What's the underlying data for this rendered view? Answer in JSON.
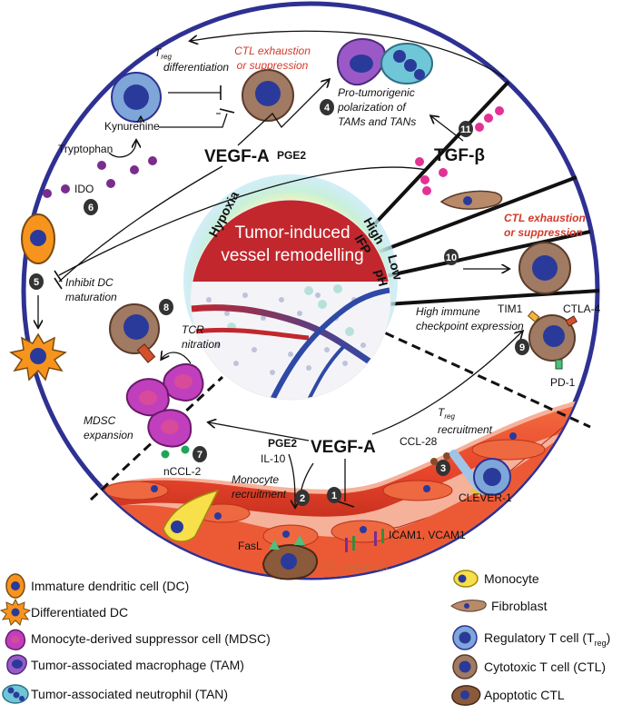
{
  "center": {
    "title_line1": "Tumor-induced",
    "title_line2": "vessel remodelling",
    "hypoxia": "Hypoxia",
    "high": "High",
    "ifp": "IFP",
    "low": "Low",
    "ph": "pH"
  },
  "labels": {
    "treg_diff_prefix": "T",
    "treg_diff_sub": "reg",
    "treg_diff_suffix": "differentiation",
    "ctl_exh_top_1": "CTL exhaustion",
    "ctl_exh_top_2": "or suppression",
    "kynurenine": "Kynurenine",
    "tryptophan": "Tryptophan",
    "ido": "IDO",
    "vegfa_top": "VEGF-A",
    "pge2_top": "PGE2",
    "pro_tum_1": "Pro-tumorigenic",
    "pro_tum_2": "polarization of",
    "pro_tum_3": "TAMs and TANs",
    "tgfb": "TGF-β",
    "ctl_exh_right_1": "CTL exhaustion",
    "ctl_exh_right_2": "or suppression",
    "inhibit_dc_1": "Inhibit DC",
    "inhibit_dc_2": "maturation",
    "tcr_1": "TCR",
    "tcr_2": "nitration",
    "high_immune": "High immune",
    "checkpoint": "checkpoint expression",
    "tim1": "TIM1",
    "ctla4": "CTLA-4",
    "pd1": "PD-1",
    "mdsc_exp_1": "MDSC",
    "mdsc_exp_2": "expansion",
    "pge2_mid": "PGE2",
    "il10": "IL-10",
    "vegfa_mid": "VEGF-A",
    "treg_rec_prefix": "T",
    "treg_rec_sub": "reg",
    "treg_rec_suffix": "recruitment",
    "ccl28": "CCL-28",
    "nccl2": "nCCL-2",
    "mono_rec_1": "Monocyte",
    "mono_rec_2": "recruitment",
    "clever1": "CLEVER-1",
    "fasl": "FasL",
    "icam": "ICAM1, VCAM1",
    "ctl_apoptosis": "CTL apoptosis"
  },
  "numbers": [
    "1",
    "2",
    "3",
    "4",
    "5",
    "6",
    "7",
    "8",
    "9",
    "10",
    "11"
  ],
  "legend_left": [
    {
      "label": "Immature dendritic cell (DC)"
    },
    {
      "label": "Differentiated DC"
    },
    {
      "label": "Monocyte-derived suppressor cell (MDSC)"
    },
    {
      "label": "Tumor-associated macrophage (TAM)"
    },
    {
      "label": "Tumor-associated neutrophil (TAN)"
    }
  ],
  "legend_right": [
    {
      "label": "Monocyte"
    },
    {
      "label": "Fibroblast"
    },
    {
      "label_prefix": "Regulatory T cell (T",
      "label_sub": "reg",
      "label_suffix": ")"
    },
    {
      "label": "Cytotoxic T cell (CTL)"
    },
    {
      "label": "Apoptotic CTL"
    }
  ],
  "colors": {
    "ring": "#2e3192",
    "vessel": "#e8452c",
    "ctl_body": "#a07a62",
    "nucleus": "#2a3a9a",
    "dc_orange": "#f7941d",
    "magenta": "#d63b96",
    "mdsc": "#c03fbd"
  }
}
